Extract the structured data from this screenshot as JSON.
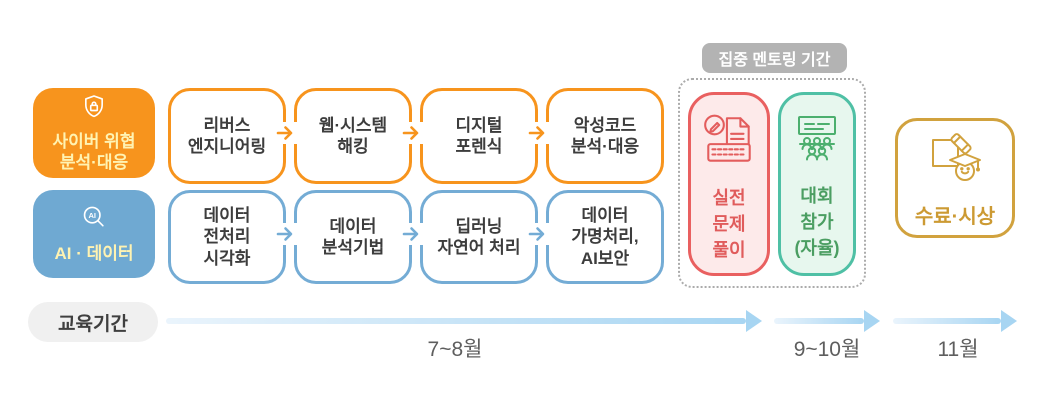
{
  "tracks": [
    {
      "label": "사이버 위협\n분석·대응",
      "icon": "shield-lock-icon",
      "steps": [
        "리버스\n엔지니어링",
        "웹·시스템\n해킹",
        "디지털\n포렌식",
        "악성코드\n분석·대응"
      ]
    },
    {
      "label": "AI · 데이터",
      "icon": "ai-magnifier-icon",
      "icon_text": "AI",
      "steps": [
        "데이터\n전처리\n시각화",
        "데이터\n분석기법",
        "딥러닝\n자연어 처리",
        "데이터\n가명처리,\nAI보안"
      ]
    }
  ],
  "mentoring": {
    "badge": "집중 멘토링 기간",
    "items": [
      {
        "label": "실전\n문제\n풀이",
        "icon": "practice-keyboard-icon"
      },
      {
        "label": "대회\n참가\n(자율)",
        "icon": "contest-audience-icon"
      }
    ]
  },
  "completion": {
    "label": "수료·시상",
    "icon": "diploma-graduate-icon"
  },
  "timeline": {
    "label": "교육기간",
    "periods": [
      {
        "label": "7~8월"
      },
      {
        "label": "9~10월"
      },
      {
        "label": "11월"
      }
    ]
  },
  "colors": {
    "orange": "#F7941D",
    "blue_border": "#74ACD5",
    "blue_fill": "#6FA9D2",
    "pale_yellow_text": "#FFF3B2",
    "step_text": "#3D3D3D",
    "red_border": "#E96060",
    "red_fill": "#FDEAEA",
    "red_text": "#E05C5C",
    "green_border": "#4FC0A5",
    "green_fill": "#E7F7EE",
    "green_text": "#4B9E62",
    "gold": "#D1A23E",
    "badge_gray": "#B3B3B3",
    "timeline_blue": "#A7D5F2"
  }
}
